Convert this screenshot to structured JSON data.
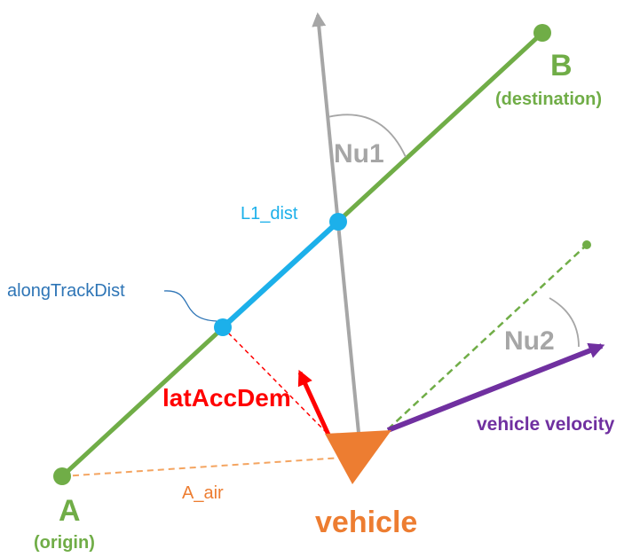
{
  "labels": {
    "point_a": "A",
    "point_a_sub": "(origin)",
    "point_b": "B",
    "point_b_sub": "(destination)",
    "nu1": "Nu1",
    "nu2": "Nu2",
    "l1_dist": "L1_dist",
    "along_track": "alongTrackDist",
    "lat_acc": "latAccDem",
    "velocity": "vehicle velocity",
    "a_air": "A_air",
    "vehicle": "vehicle"
  },
  "colors": {
    "track": "#70ad47",
    "l1_segment": "#1cb0ea",
    "along_track_text": "#2e75b6",
    "reference": "#a6a6a6",
    "lat_acc": "#ff0000",
    "velocity": "#7030a0",
    "vehicle": "#ed7d31",
    "a_air": "#f4a460"
  }
}
